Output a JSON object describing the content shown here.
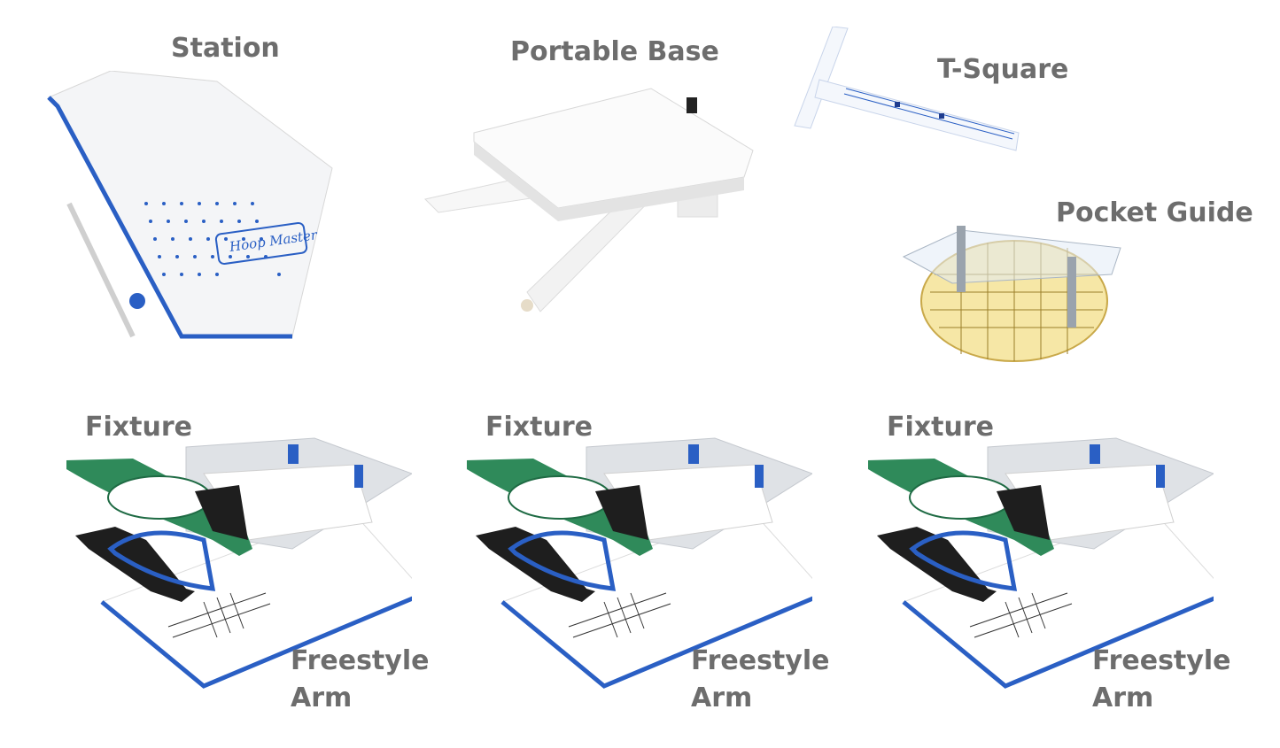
{
  "labels": {
    "station": "Station",
    "portable_base": "Portable Base",
    "t_square": "T-Square",
    "pocket_guide": "Pocket Guide",
    "fixture": "Fixture",
    "freestyle_line1": "Freestyle",
    "freestyle_line2": "Arm"
  },
  "logo_text": "Hoop Master",
  "colors": {
    "label_gray": "#6d6d6d",
    "accent_blue": "#2a5fc4",
    "hoop_green": "#2f8a5a",
    "clamp_black": "#1e1e1e",
    "guide_yellow": "#e9d27a"
  }
}
